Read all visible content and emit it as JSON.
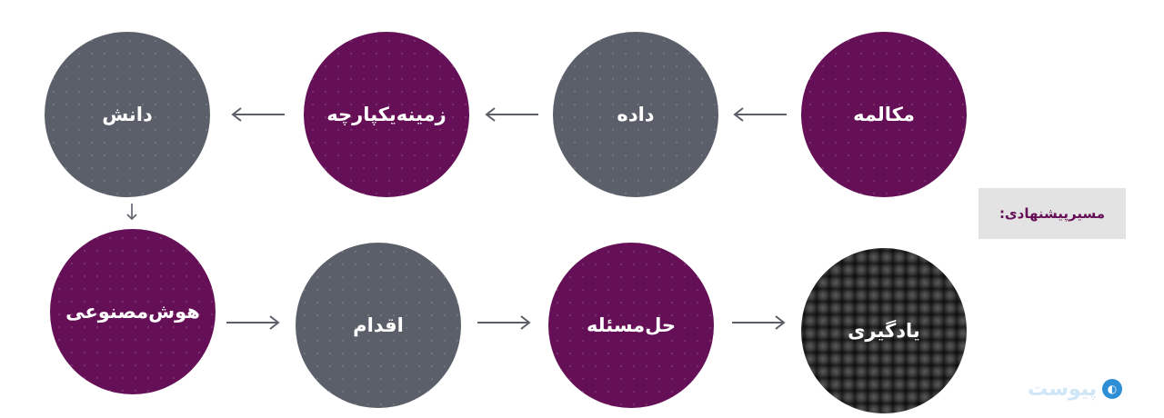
{
  "path_label": "مسیرپیشنهادی:",
  "row1": [
    {
      "label": "مکالمه",
      "color": "#650f56"
    },
    {
      "label": "داده",
      "color": "#5b5f69"
    },
    {
      "label": "زمینه‌یکپارچه",
      "color": "#650f56"
    },
    {
      "label": "دانش",
      "color": "#5b5f69"
    }
  ],
  "row2": [
    {
      "label": "هوش‌مصنوعی",
      "color": "#650f56"
    },
    {
      "label": "اقدام",
      "color": "#5b5f69"
    },
    {
      "label": "حل‌مسئله",
      "color": "#650f56"
    },
    {
      "label": "یادگیری",
      "color": "#1a1a1a"
    }
  ],
  "logo": {
    "text": "پیوست",
    "icon": "piyast-logo-icon"
  }
}
